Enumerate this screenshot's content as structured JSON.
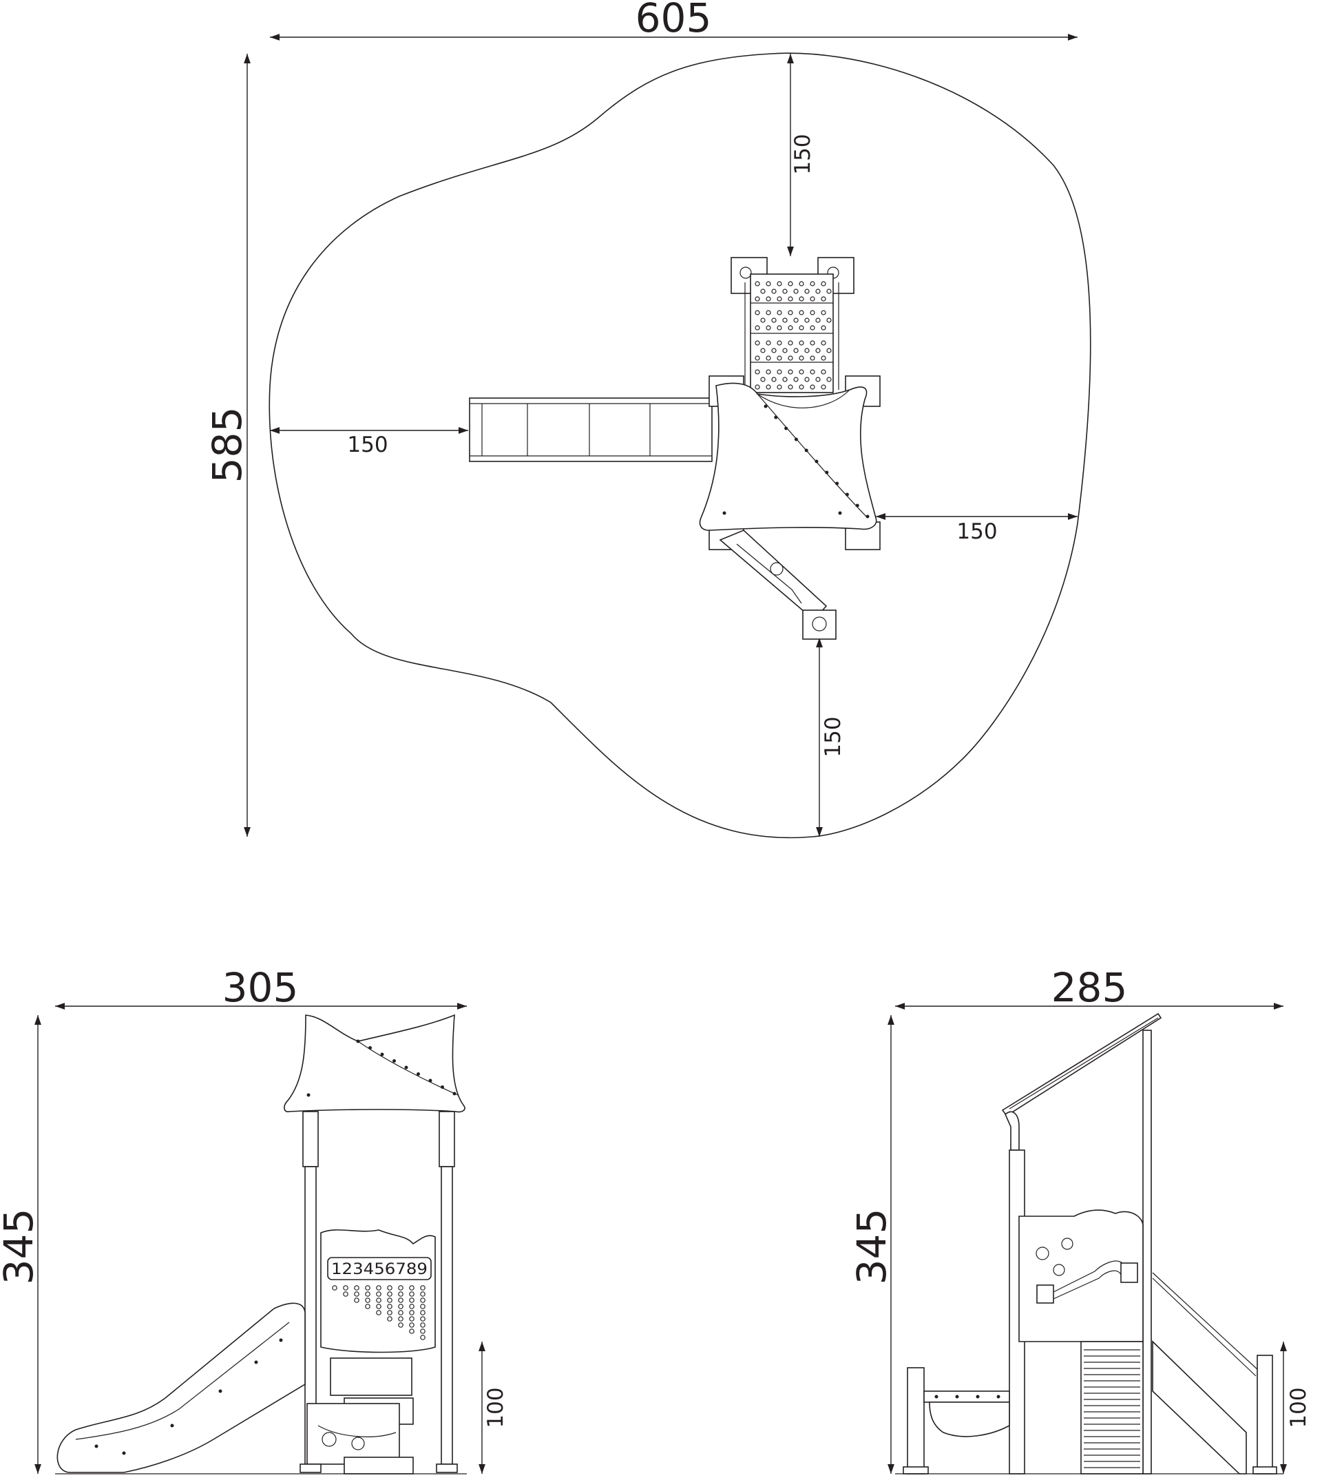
{
  "plan_view": {
    "width_label": "605",
    "height_label": "585",
    "clearance_top": "150",
    "clearance_left": "150",
    "clearance_right": "150",
    "clearance_bottom": "150"
  },
  "front_view": {
    "width_label": "305",
    "height_label": "345",
    "platform_height_label": "100",
    "counting_panel_numbers": "123456789"
  },
  "side_view": {
    "width_label": "285",
    "height_label": "345",
    "platform_height_label": "100"
  }
}
